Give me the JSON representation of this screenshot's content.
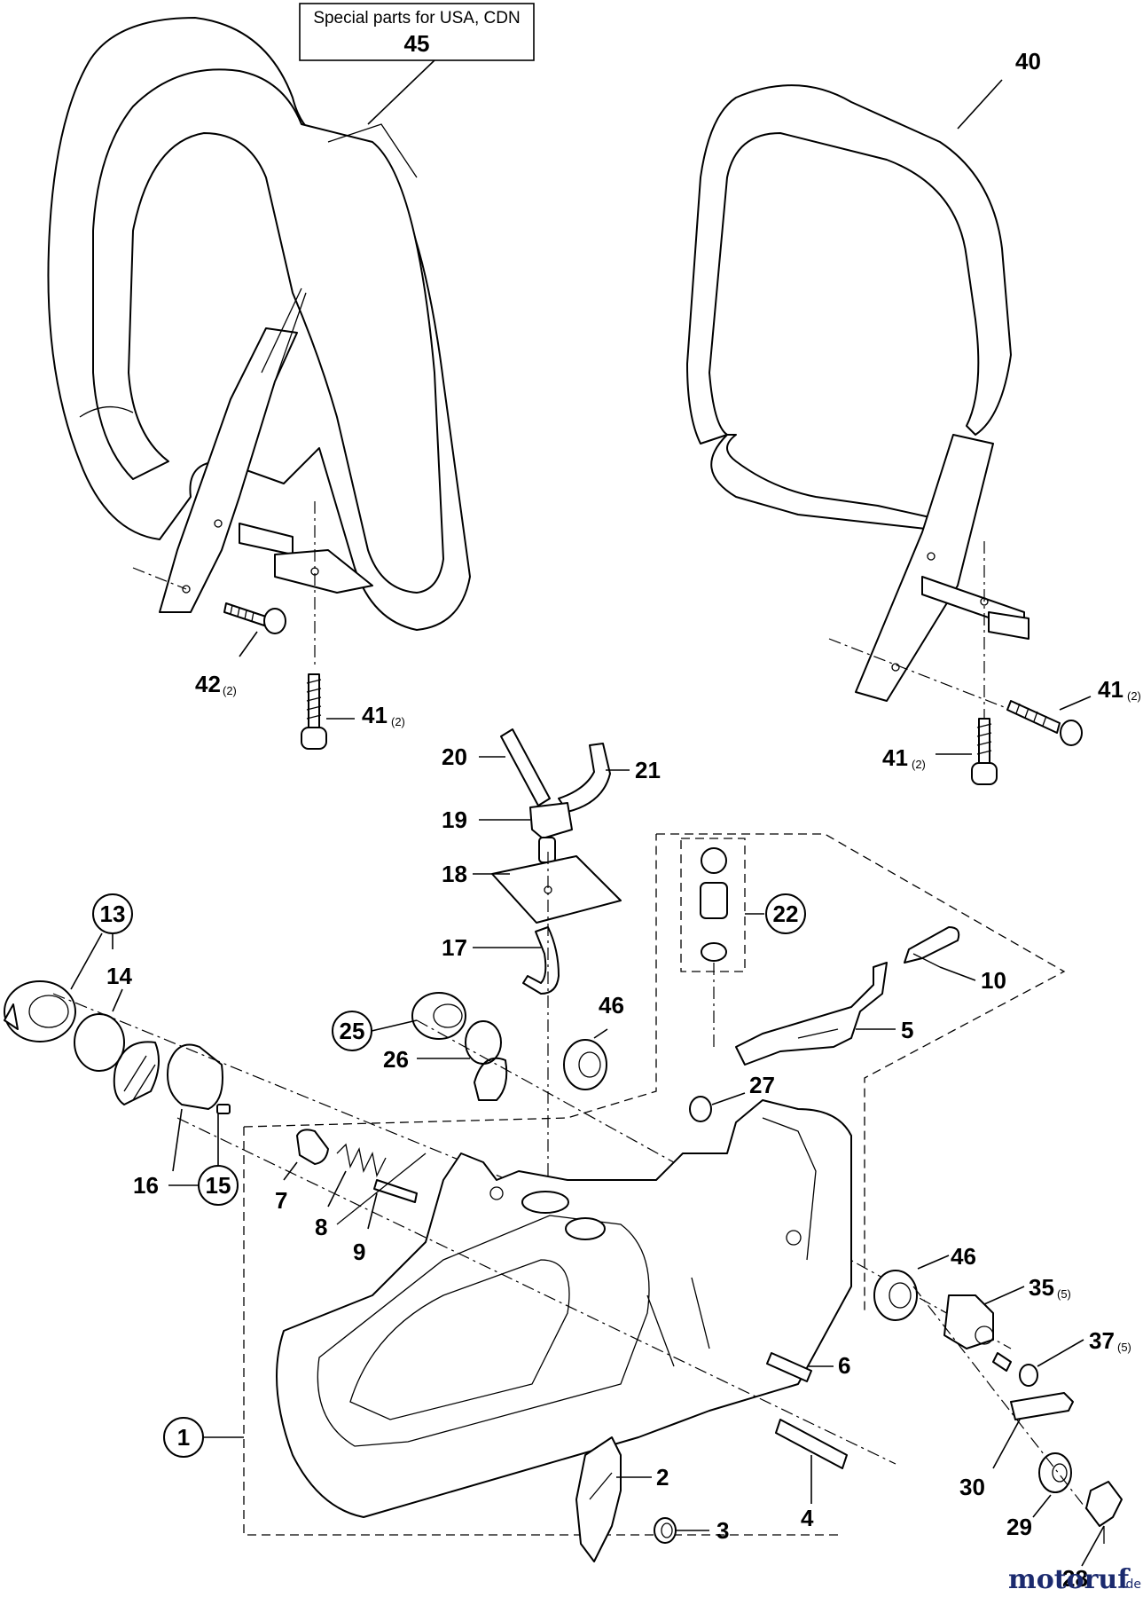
{
  "note": {
    "line1": "Special parts for USA, CDN",
    "line2": "45"
  },
  "labels": {
    "p1": "1",
    "p2": "2",
    "p3": "3",
    "p4": "4",
    "p5": "5",
    "p6": "6",
    "p7": "7",
    "p8": "8",
    "p9": "9",
    "p10": "10",
    "p13": "13",
    "p14": "14",
    "p15": "15",
    "p16": "16",
    "p17": "17",
    "p18": "18",
    "p19": "19",
    "p20": "20",
    "p21": "21",
    "p22": "22",
    "p25": "25",
    "p26": "26",
    "p27": "27",
    "p28": "28",
    "p29": "29",
    "p30": "30",
    "p35": "35",
    "p37": "37",
    "p40": "40",
    "p41a": "41",
    "p41b": "41",
    "p41c": "41",
    "p42": "42",
    "p46a": "46",
    "p46b": "46"
  },
  "quantities": {
    "q42": "(2)",
    "q41a": "(2)",
    "q41b": "(2)",
    "q41c": "(2)",
    "q35": "(5)",
    "q37": "(5)"
  },
  "watermark": {
    "brand": "motoruf",
    "tld": ".de"
  }
}
